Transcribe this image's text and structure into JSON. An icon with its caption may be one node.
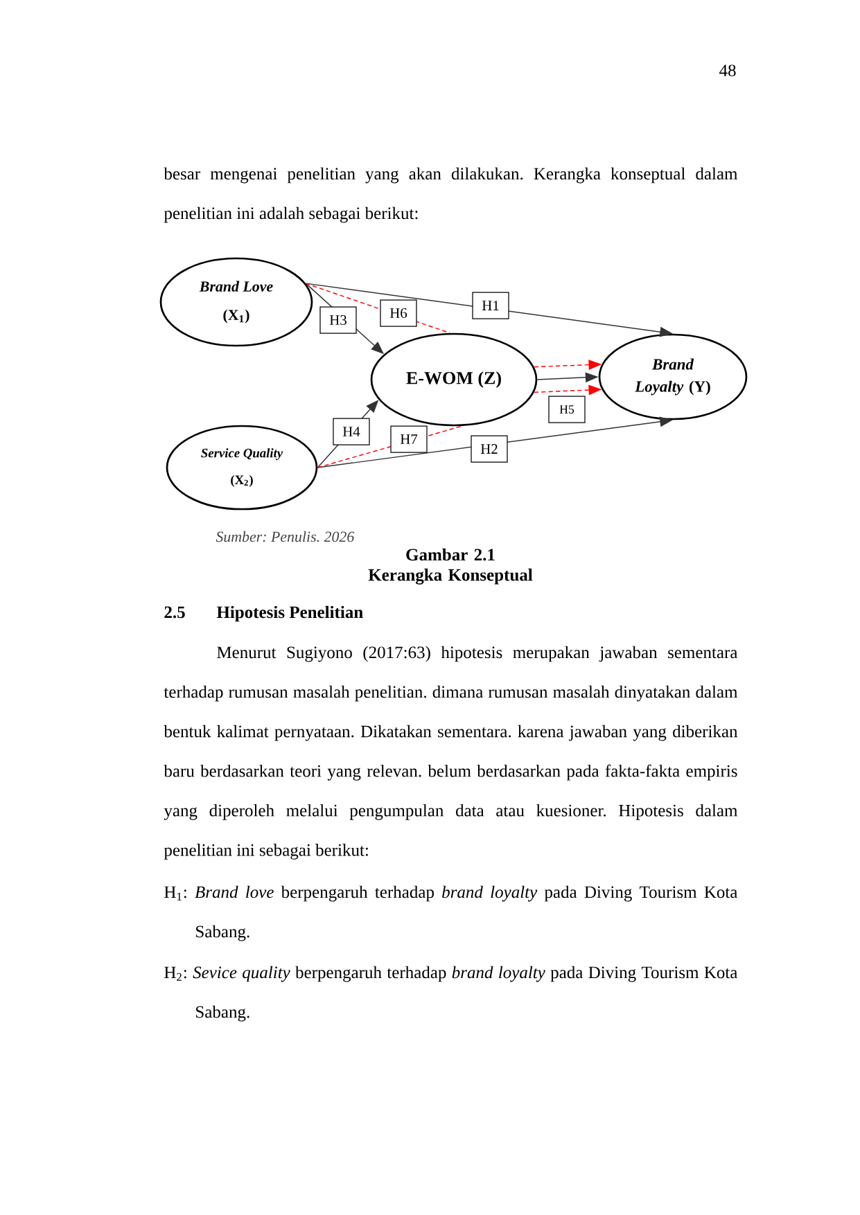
{
  "diagram": {
    "caption": "Gambar 2.1 Kerangka Konseptual",
    "nodes": [
      {
        "text": [
          "Brand Love",
          "(X$_{1}$)"
        ]
      },
      {
        "text": [
          "E-WOM (Z)"
        ]
      },
      {
        "text": [
          "*Brand Loyalty* (Y)"
        ]
      },
      {
        "text": [
          "Service Quality",
          "(X$_{2}$)"
        ]
      }
    ],
    "edges": [
      {
        "from": 0,
        "to": 2,
        "arrow": "to",
        "label": "H1"
      },
      {
        "from": 3,
        "to": 2,
        "arrow": "to",
        "label": "H2"
      },
      {
        "from": 0,
        "to": 1,
        "arrow": "to",
        "label": "H3"
      },
      {
        "from": 3,
        "to": 1,
        "arrow": "to",
        "label": "H4"
      },
      {
        "from": 1,
        "to": 2,
        "arrow": "to"
      },
      {
        "from": 0,
        "to": 1,
        "arrow": "none",
        "label": "H6",
        "style": "dashed",
        "color": "#ff0000"
      },
      {
        "from": 1,
        "to": 2,
        "arrow": "to",
        "style": "dashed",
        "color": "#ff0000"
      },
      {
        "from": 3,
        "to": 1,
        "arrow": "none",
        "label": "H7",
        "style": "dashed",
        "color": "#ff0000"
      },
      {
        "from": 1,
        "to": 2,
        "arrow": "to",
        "label": "H5",
        "style": "dashed",
        "color": "#ff0000"
      }
    ],
    "labels": [
      "48",
      "besar mengenai penelitian yang akan dilakukan. Kerangka konseptual dalam penelitian ini adalah sebagai berikut:",
      "Sumber: Penulis. 2026",
      "2.5",
      "Hipotesis Penelitian",
      "Menurut Sugiyono (2017:63) hipotesis merupakan jawaban sementara terhadap rumusan masalah penelitian. dimana rumusan masalah dinyatakan dalam bentuk kalimat pernyataan. Dikatakan sementara. karena jawaban yang diberikan baru berdasarkan teori yang relevan. belum berdasarkan pada fakta-fakta empiris yang diperoleh melalui pengumpulan data atau kuesioner. Hipotesis dalam penelitian ini sebagai berikut:",
      "H$_{1}$: *Brand love* berpengaruh terhadap *brand loyalty* pada Diving Tourism Kota Sabang.",
      "H$_{2}$: *Sevice quality* berpengaruh terhadap *brand loyalty* pada Diving Tourism Kota Sabang."
    ]
  }
}
